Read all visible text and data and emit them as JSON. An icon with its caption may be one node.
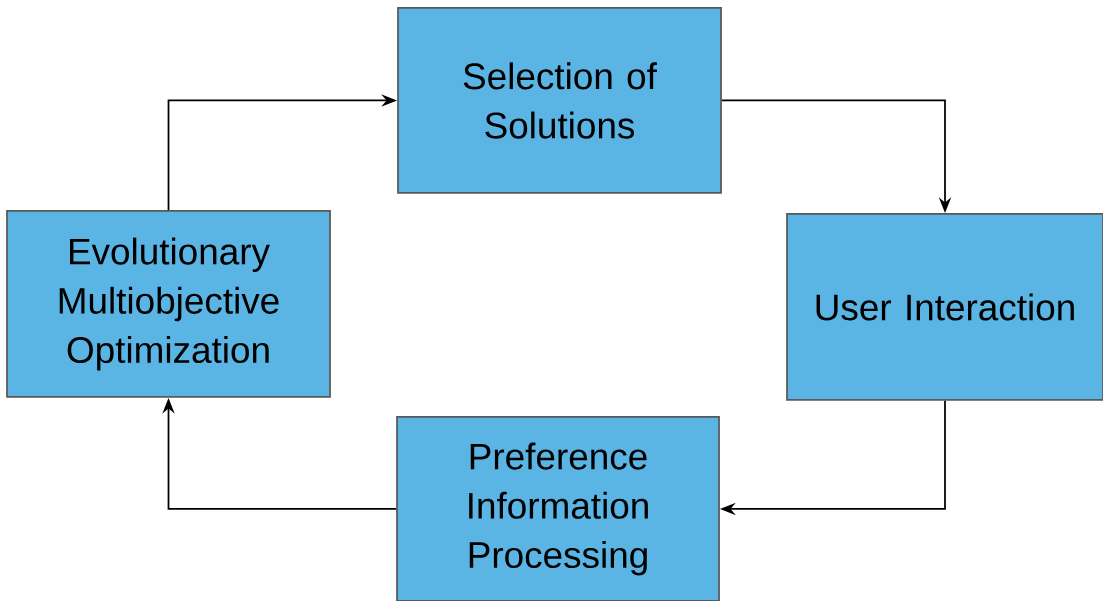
{
  "diagram": {
    "nodes": [
      {
        "text": [
          "Selection of Solutions"
        ]
      },
      {
        "text": [
          "User Interaction"
        ]
      },
      {
        "text": [
          "Preference Information Processing"
        ]
      },
      {
        "text": [
          "Evolutionary Multiobjective Optimization"
        ]
      }
    ],
    "edges": [
      {
        "from": 0,
        "to": 1,
        "arrow": "to"
      },
      {
        "from": 1,
        "to": 2,
        "arrow": "to"
      },
      {
        "from": 2,
        "to": 3,
        "arrow": "to"
      },
      {
        "from": 3,
        "to": 0,
        "arrow": "to"
      }
    ]
  }
}
